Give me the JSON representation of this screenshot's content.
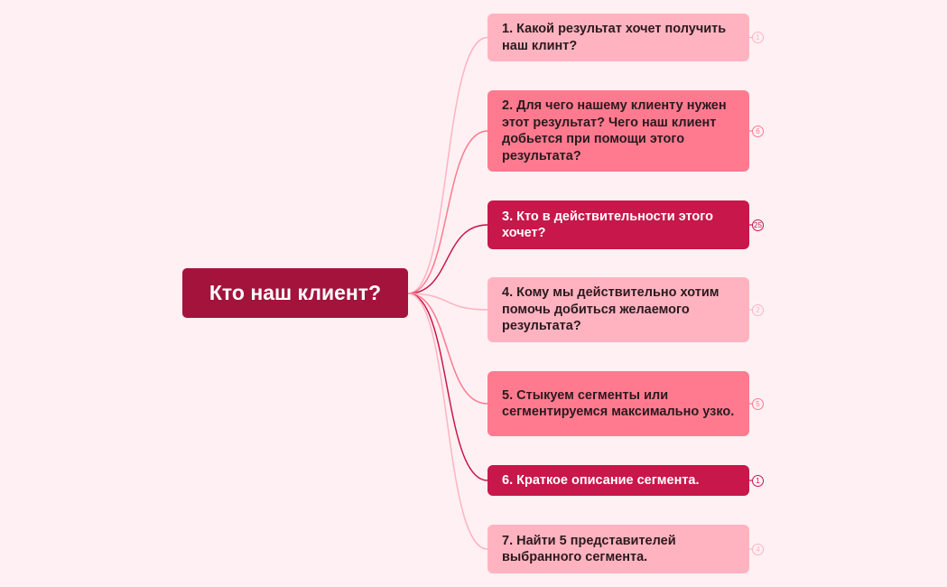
{
  "root": {
    "label": "Кто наш клиент?",
    "color": "#a3133c"
  },
  "colors": {
    "background": "#fff0f3",
    "light": "#ffb3c0",
    "medium": "#ff7a8f",
    "dark": "#c8174a"
  },
  "nodes": [
    {
      "label": "1. Какой результат хочет получить наш клинт?",
      "style": "light",
      "count": "1"
    },
    {
      "label": "2. Для чего нашему клиенту нужен этот результат? Чего наш клиент добьется при помощи этого результата?",
      "style": "medium",
      "count": "6"
    },
    {
      "label": "3. Кто в действительности этого хочет?",
      "style": "dark",
      "count": "25"
    },
    {
      "label": "4. Кому мы действительно хотим помочь добиться желаемого результата?",
      "style": "light",
      "count": "2"
    },
    {
      "label": "5. Стыкуем сегменты или сегментируемся максимально узко.",
      "style": "medium",
      "count": "5"
    },
    {
      "label": "6. Краткое описание сегмента.",
      "style": "dark",
      "count": "1"
    },
    {
      "label": "7. Найти 5 представителей выбранного сегмента.",
      "style": "light",
      "count": "4"
    }
  ]
}
